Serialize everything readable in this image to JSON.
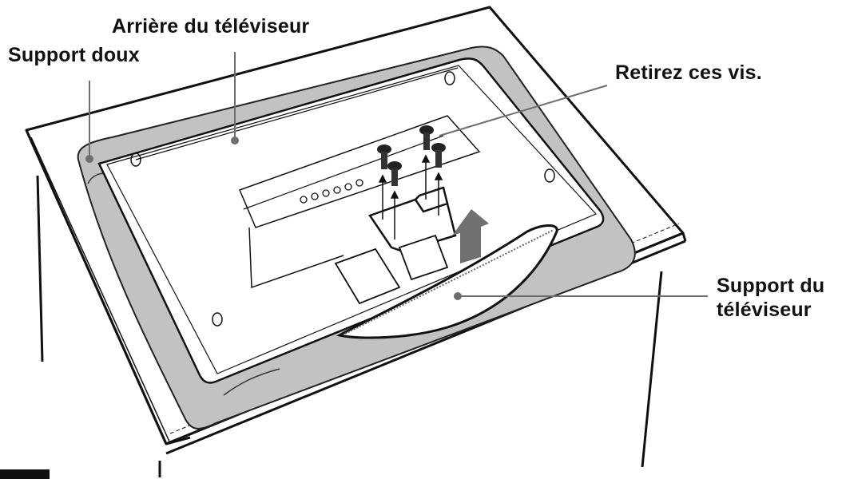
{
  "labels": {
    "tv_back": "Arrière du téléviseur",
    "soft_cloth": "Support doux",
    "remove_screws": "Retirez ces vis.",
    "tv_stand_line1": "Support du",
    "tv_stand_line2": "téléviseur"
  },
  "colors": {
    "line": "#111111",
    "cloth_fill": "#bdbdbd",
    "leader_line": "#6e6e6e",
    "arrow_fill": "#707070",
    "background": "#ffffff"
  },
  "parts": {
    "screw_count": 4,
    "arrow_direction": "up"
  }
}
